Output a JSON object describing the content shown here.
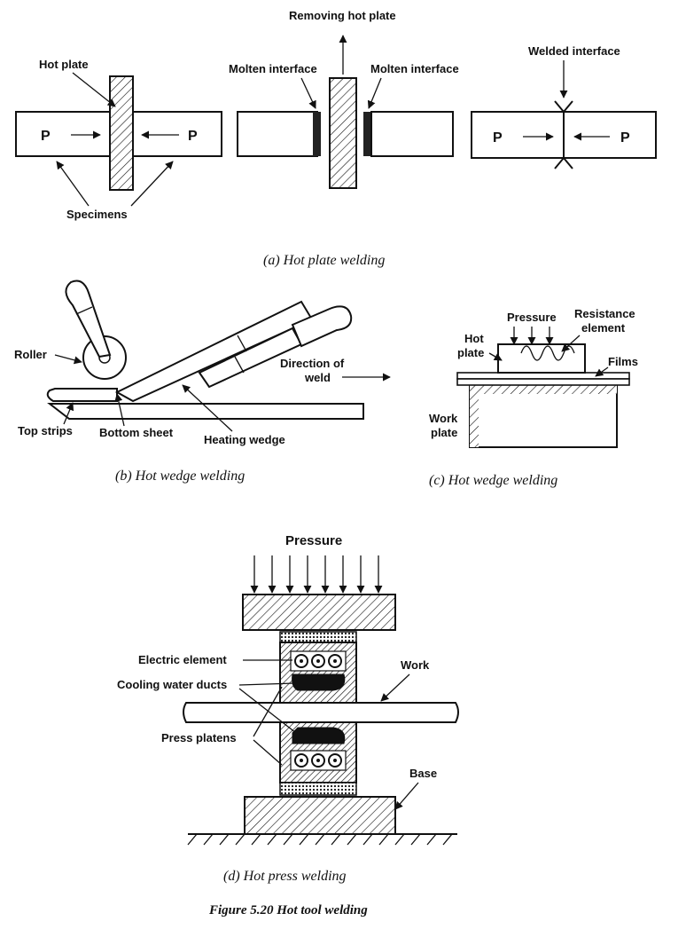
{
  "panel_a": {
    "labels": {
      "hot_plate": "Hot plate",
      "removing_hot_plate": "Removing hot plate",
      "molten_interface_left": "Molten interface",
      "molten_interface_right": "Molten interface",
      "welded_interface": "Welded interface",
      "force_left": "P",
      "force_right": "P",
      "force_left_2": "P",
      "force_right_2": "P",
      "specimens": "Specimens"
    },
    "caption": "(a) Hot plate welding"
  },
  "panel_b": {
    "labels": {
      "roller": "Roller",
      "top_strips": "Top strips",
      "bottom_sheet": "Bottom sheet",
      "heating_wedge": "Heating wedge",
      "direction_line1": "Direction of",
      "direction_line2": "weld"
    },
    "caption": "(b) Hot wedge welding"
  },
  "panel_c": {
    "labels": {
      "pressure": "Pressure",
      "resistance_line1": "Resistance",
      "resistance_line2": "element",
      "hot_line1": "Hot",
      "hot_line2": "plate",
      "films": "Films",
      "work_line1": "Work",
      "work_line2": "plate"
    },
    "caption": "(c) Hot wedge welding"
  },
  "panel_d": {
    "labels": {
      "pressure": "Pressure",
      "electric_element": "Electric element",
      "cooling_water_ducts": "Cooling water ducts",
      "work": "Work",
      "press_platens": "Press platens",
      "base": "Base"
    },
    "caption": "(d) Hot press welding"
  },
  "figure_caption": "Figure 5.20 Hot tool welding"
}
